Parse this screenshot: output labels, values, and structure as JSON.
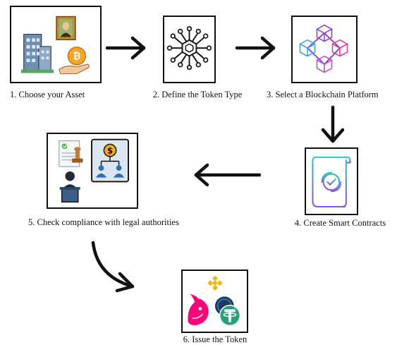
{
  "steps": [
    {
      "label": "1. Choose your Asset",
      "icon": "asset-buildings-art-coin-icon"
    },
    {
      "label": "2. Define the Token Type",
      "icon": "circuit-hexagon-token-icon"
    },
    {
      "label": "3. Select a Blockchain Platform",
      "icon": "blockchain-cubes-icon"
    },
    {
      "label": "4. Create Smart Contracts",
      "icon": "smart-contract-document-icon"
    },
    {
      "label": "5. Check compliance with legal authorities",
      "icon": "legal-compliance-icon"
    },
    {
      "label": "6. Issue the Token",
      "icon": "token-logos-icon"
    }
  ],
  "colors": {
    "border": "#111111",
    "arrow": "#111111",
    "cube_pink": "#e6338f",
    "cube_purple": "#8a3fd6",
    "cube_blue": "#2fa4e7",
    "contract_teal": "#34c4c8",
    "contract_purple": "#8a54e0",
    "binance_gold": "#f0b90b",
    "uniswap_pink": "#ff007a",
    "tether_green": "#26a17b"
  }
}
